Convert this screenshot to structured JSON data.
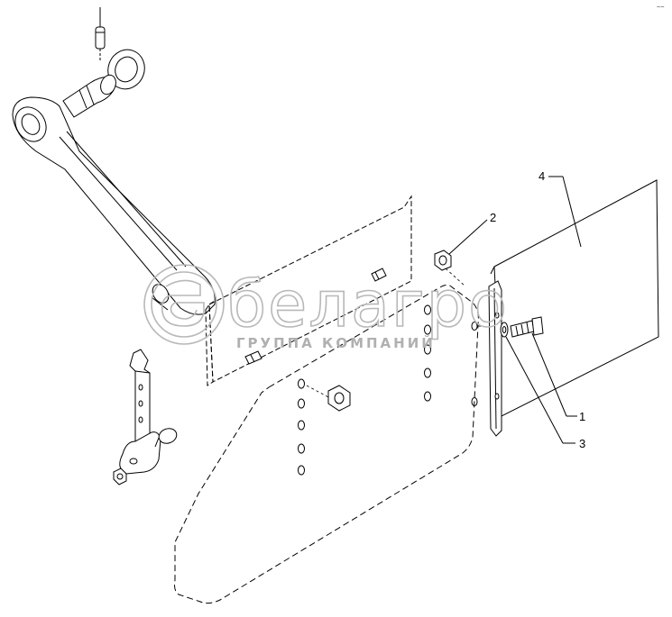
{
  "callouts": [
    {
      "id": "1",
      "label": "1"
    },
    {
      "id": "2",
      "label": "2"
    },
    {
      "id": "3",
      "label": "3"
    },
    {
      "id": "4",
      "label": "4"
    }
  ],
  "watermark": {
    "brand": "белагро",
    "subtitle": "ГРУППА КОМПАНИЙ"
  },
  "corner_mark": "~~",
  "colors": {
    "line": "#000000",
    "watermark": "#b8b8b8",
    "background": "#ffffff"
  }
}
